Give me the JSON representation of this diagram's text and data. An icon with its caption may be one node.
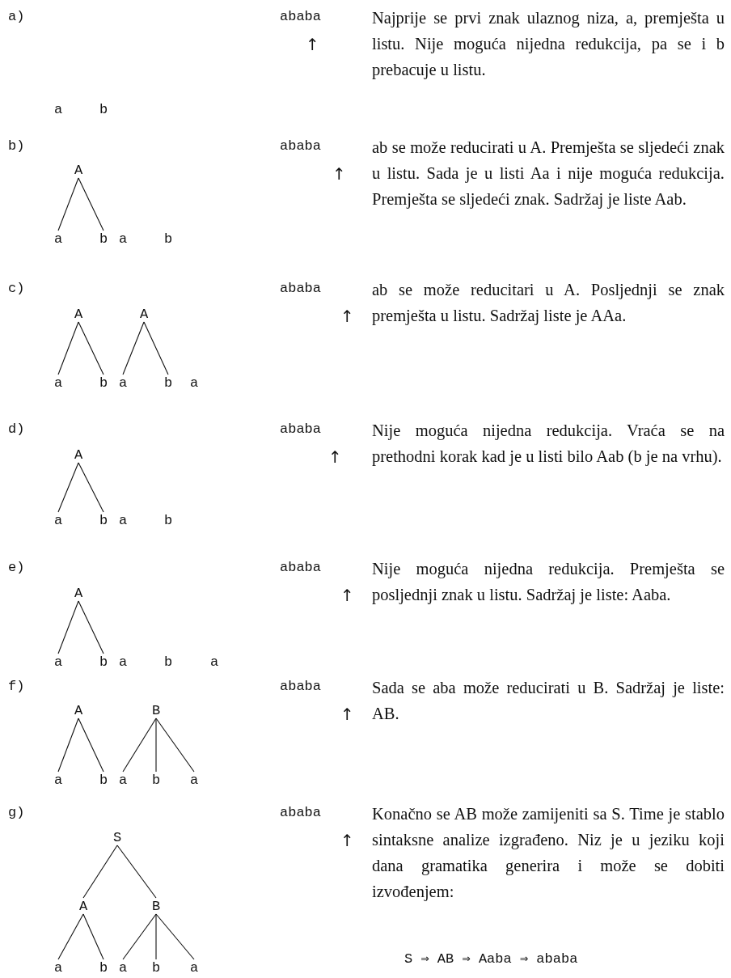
{
  "diagram": {
    "nodes": [
      {
        "text": [
          "a"
        ]
      },
      {
        "text": [
          "b"
        ]
      },
      {
        "text": [
          "A"
        ]
      },
      {
        "text": [
          "a"
        ]
      },
      {
        "text": [
          "b"
        ]
      },
      {
        "text": [
          "a"
        ]
      },
      {
        "text": [
          "b"
        ]
      },
      {
        "text": [
          "A"
        ]
      },
      {
        "text": [
          "A"
        ]
      },
      {
        "text": [
          "a"
        ]
      },
      {
        "text": [
          "b"
        ]
      },
      {
        "text": [
          "a"
        ]
      },
      {
        "text": [
          "b"
        ]
      },
      {
        "text": [
          "a"
        ]
      },
      {
        "text": [
          "A"
        ]
      },
      {
        "text": [
          "a"
        ]
      },
      {
        "text": [
          "b"
        ]
      },
      {
        "text": [
          "a"
        ]
      },
      {
        "text": [
          "b"
        ]
      },
      {
        "text": [
          "A"
        ]
      },
      {
        "text": [
          "a"
        ]
      },
      {
        "text": [
          "b"
        ]
      },
      {
        "text": [
          "a"
        ]
      },
      {
        "text": [
          "b"
        ]
      },
      {
        "text": [
          "a"
        ]
      },
      {
        "text": [
          "A"
        ]
      },
      {
        "text": [
          "B"
        ]
      },
      {
        "text": [
          "a"
        ]
      },
      {
        "text": [
          "b"
        ]
      },
      {
        "text": [
          "a"
        ]
      },
      {
        "text": [
          "b"
        ]
      },
      {
        "text": [
          "a"
        ]
      },
      {
        "text": [
          "S"
        ]
      },
      {
        "text": [
          "A"
        ]
      },
      {
        "text": [
          "B"
        ]
      },
      {
        "text": [
          "a"
        ]
      },
      {
        "text": [
          "b"
        ]
      },
      {
        "text": [
          "a"
        ]
      },
      {
        "text": [
          "b"
        ]
      },
      {
        "text": [
          "a"
        ]
      }
    ],
    "edges": [
      {
        "from": 2,
        "to": 3,
        "arrow": "none"
      },
      {
        "from": 2,
        "to": 4,
        "arrow": "none"
      },
      {
        "from": 7,
        "to": 9,
        "arrow": "none"
      },
      {
        "from": 7,
        "to": 10,
        "arrow": "none"
      },
      {
        "from": 8,
        "to": 11,
        "arrow": "none"
      },
      {
        "from": 8,
        "to": 12,
        "arrow": "none"
      },
      {
        "from": 14,
        "to": 15,
        "arrow": "none"
      },
      {
        "from": 14,
        "to": 16,
        "arrow": "none"
      },
      {
        "from": 19,
        "to": 20,
        "arrow": "none"
      },
      {
        "from": 19,
        "to": 21,
        "arrow": "none"
      },
      {
        "from": 25,
        "to": 27,
        "arrow": "none"
      },
      {
        "from": 25,
        "to": 28,
        "arrow": "none"
      },
      {
        "from": 26,
        "to": 29,
        "arrow": "none"
      },
      {
        "from": 26,
        "to": 30,
        "arrow": "none"
      },
      {
        "from": 26,
        "to": 31,
        "arrow": "none"
      },
      {
        "from": 32,
        "to": 33,
        "arrow": "none"
      },
      {
        "from": 32,
        "to": 34,
        "arrow": "none"
      },
      {
        "from": 33,
        "to": 35,
        "arrow": "none"
      },
      {
        "from": 33,
        "to": 36,
        "arrow": "none"
      },
      {
        "from": 34,
        "to": 37,
        "arrow": "none"
      },
      {
        "from": 34,
        "to": 38,
        "arrow": "none"
      },
      {
        "from": 34,
        "to": 39,
        "arrow": "none"
      }
    ],
    "labels": [
      "a)",
      "ababa",
      "↑",
      "Najprije se prvi znak ulaznog niza, a, premješta u listu. Nije moguća nijedna redukcija, pa se i b prebacuje u listu.",
      "b)",
      "ababa",
      "↑",
      "ab se može reducirati u A. Premješta se sljedeći znak u listu. Sada je u listi Aa i nije moguća redukcija. Premješta se sljedeći znak. Sadržaj je liste Aab.",
      "c)",
      "ababa",
      "↑",
      "ab se može reducitari u A. Posljednji se znak premješta u listu. Sadržaj liste je AAa.",
      "d)",
      "ababa",
      "↑",
      "Nije moguća nijedna redukcija. Vraća se na prethodni korak kad je u listi bilo Aab (b je na vrhu).",
      "e)",
      "ababa",
      "↑",
      "Nije moguća nijedna redukcija. Premješta se posljednji znak u listu. Sadržaj je liste: Aaba.",
      "f)",
      "ababa",
      "↑",
      "Sada se aba može reducirati u B. Sadržaj je liste: AB.",
      "g)",
      "ababa",
      "↑",
      "Konačno se AB može zamijeniti sa S. Time je stablo sintaksne analize izgrađeno. Niz je u jeziku koji dana gramatika generira i može se dobiti izvođenjem:",
      "S ⇒ AB ⇒ Aaba ⇒ ababa"
    ]
  }
}
